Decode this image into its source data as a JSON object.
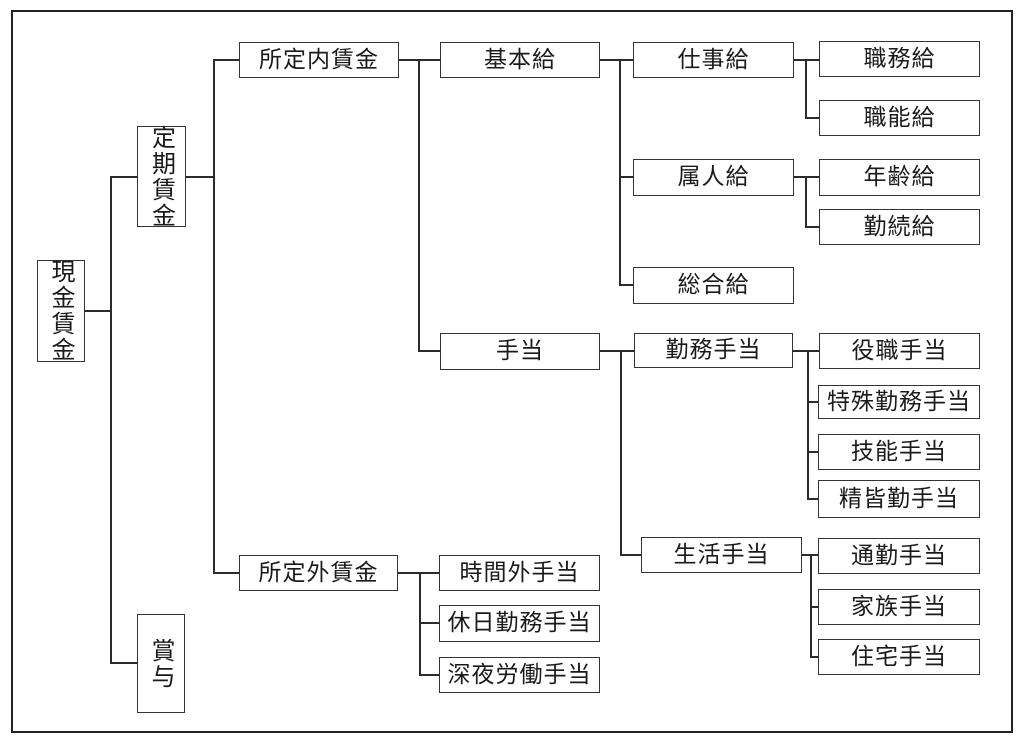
{
  "diagram": {
    "type": "tree",
    "direction": "left-to-right",
    "colors": {
      "background": "#ffffff",
      "box_border": "#333333",
      "connector": "#2b2b2b",
      "text": "#1a1a1a"
    },
    "nodes": {
      "cash_wages": {
        "label": "現金賃金",
        "orientation": "vertical",
        "children": [
          "regular_wages",
          "bonus"
        ]
      },
      "regular_wages": {
        "label": "定期賃金",
        "orientation": "vertical",
        "children": [
          "scheduled_wages",
          "non_scheduled_wages"
        ]
      },
      "bonus": {
        "label": "賞与",
        "orientation": "vertical",
        "children": []
      },
      "scheduled_wages": {
        "label": "所定内賃金",
        "orientation": "horizontal",
        "children": [
          "base_pay",
          "allowances"
        ]
      },
      "non_scheduled_wages": {
        "label": "所定外賃金",
        "orientation": "horizontal",
        "children": [
          "overtime_allowance",
          "holiday_work_allowance",
          "late_night_work_allowance"
        ]
      },
      "base_pay": {
        "label": "基本給",
        "orientation": "horizontal",
        "children": [
          "job_based_pay",
          "person_based_pay",
          "comprehensive_pay"
        ]
      },
      "allowances": {
        "label": "手当",
        "orientation": "horizontal",
        "children": [
          "work_allowances",
          "living_allowances"
        ]
      },
      "job_based_pay": {
        "label": "仕事給",
        "orientation": "horizontal",
        "children": [
          "duty_pay",
          "skill_grade_pay"
        ]
      },
      "person_based_pay": {
        "label": "属人給",
        "orientation": "horizontal",
        "children": [
          "age_pay",
          "tenure_pay"
        ]
      },
      "comprehensive_pay": {
        "label": "総合給",
        "orientation": "horizontal",
        "children": []
      },
      "duty_pay": {
        "label": "職務給",
        "orientation": "horizontal",
        "children": []
      },
      "skill_grade_pay": {
        "label": "職能給",
        "orientation": "horizontal",
        "children": []
      },
      "age_pay": {
        "label": "年齢給",
        "orientation": "horizontal",
        "children": []
      },
      "tenure_pay": {
        "label": "勤続給",
        "orientation": "horizontal",
        "children": []
      },
      "work_allowances": {
        "label": "勤務手当",
        "orientation": "horizontal",
        "children": [
          "position_allowance",
          "special_duty_allowance",
          "skill_allowance",
          "attendance_allowance"
        ]
      },
      "living_allowances": {
        "label": "生活手当",
        "orientation": "horizontal",
        "children": [
          "commuting_allowance",
          "family_allowance",
          "housing_allowance"
        ]
      },
      "position_allowance": {
        "label": "役職手当",
        "orientation": "horizontal",
        "children": []
      },
      "special_duty_allowance": {
        "label": "特殊勤務手当",
        "orientation": "horizontal",
        "children": []
      },
      "skill_allowance": {
        "label": "技能手当",
        "orientation": "horizontal",
        "children": []
      },
      "attendance_allowance": {
        "label": "精皆勤手当",
        "orientation": "horizontal",
        "children": []
      },
      "commuting_allowance": {
        "label": "通勤手当",
        "orientation": "horizontal",
        "children": []
      },
      "family_allowance": {
        "label": "家族手当",
        "orientation": "horizontal",
        "children": []
      },
      "housing_allowance": {
        "label": "住宅手当",
        "orientation": "horizontal",
        "children": []
      },
      "overtime_allowance": {
        "label": "時間外手当",
        "orientation": "horizontal",
        "children": []
      },
      "holiday_work_allowance": {
        "label": "休日勤務手当",
        "orientation": "horizontal",
        "children": []
      },
      "late_night_work_allowance": {
        "label": "深夜労働手当",
        "orientation": "horizontal",
        "children": []
      }
    }
  }
}
